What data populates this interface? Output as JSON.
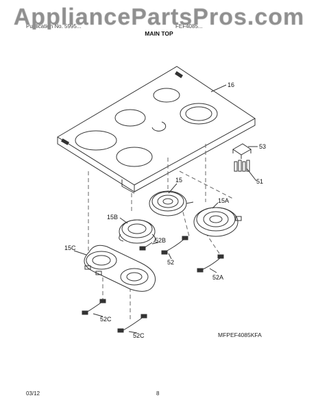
{
  "watermark": "AppliancePartsPros.com",
  "header": {
    "left_text": "Publication No. 5995...",
    "right_text": "FEF4085...",
    "section_title": "MAIN TOP"
  },
  "callouts": {
    "c16": "16",
    "c53": "53",
    "c51": "51",
    "c15": "15",
    "c15A": "15A",
    "c15B": "15B",
    "c52B": "52B",
    "c15C": "15C",
    "c52": "52",
    "c52A": "52A",
    "c52C_1": "52C",
    "c52C_2": "52C"
  },
  "model_code": "MFPEF4085KFA",
  "footer": {
    "date": "03/12",
    "page": "8"
  },
  "colors": {
    "line": "#333333",
    "dash": "#666666"
  }
}
